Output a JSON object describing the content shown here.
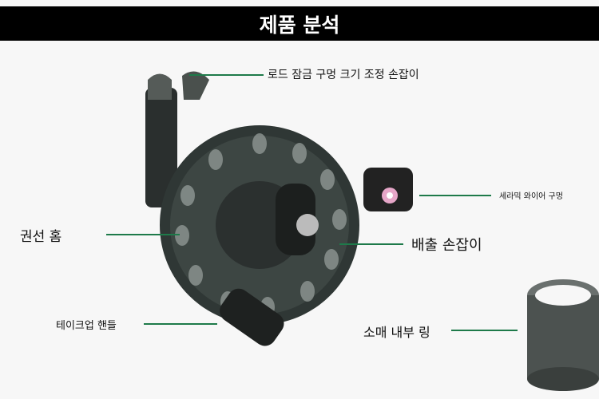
{
  "title": "제품 분석",
  "labels": {
    "rod_lock_knob": "로드 잠금 구멍 크기 조정 손잡이",
    "ceramic_guide": "세라믹 와이어 구멍",
    "winding_groove": "권선 홈",
    "drain_knob": "배출 손잡이",
    "takeup_handle": "테이크업 핸들",
    "sleeve_ring": "소매 내부 링"
  },
  "colors": {
    "banner": "#000000",
    "leader_line": "#1e7a4a"
  }
}
